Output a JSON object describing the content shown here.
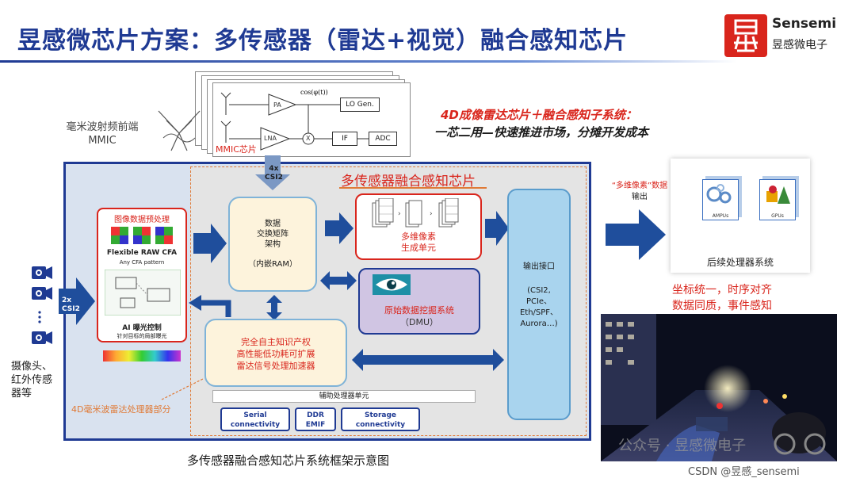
{
  "header": {
    "title": "昱感微芯片方案：多传感器（雷达+视觉）融合感知芯片",
    "brand_en": "Sensemi",
    "brand_cn": "昱感微电子",
    "accent_color": "#1f3a93",
    "brand_color": "#d9251c"
  },
  "mmic": {
    "front_label_line1": "毫米波射频前端",
    "front_label_line2": "MMIC",
    "chip_tag": "MMIC芯片",
    "blocks": {
      "pa": "PA",
      "lna": "LNA",
      "lo": "LO Gen.",
      "mixer": "X",
      "if": "IF",
      "adc": "ADC"
    }
  },
  "headline": {
    "line1": "4D成像雷达芯片＋融合感知子系统：",
    "line2": "一芯二用—快速推进市场，分摊开发成本"
  },
  "cameras": {
    "label_line1": "摄像头、",
    "label_line2": "红外传感",
    "label_line3": "器等",
    "csi_in_line1": "2x",
    "csi_in_line2": "CSI2"
  },
  "chip": {
    "fusion_title": "多传感器融合感知芯片",
    "radar_part_label": "4D毫米波雷达处理器部分",
    "csi_top_line1": "4x",
    "csi_top_line2": "CSI2",
    "preprocess": {
      "title": "图像数据预处理",
      "flexible": "Flexible RAW CFA",
      "any_cfa": "Any CFA pattern",
      "ai_title": "AI 曝光控制",
      "ai_sub": "针对目标的局部曝光"
    },
    "switch": {
      "line1": "数据",
      "line2": "交换矩阵",
      "line3": "架构",
      "line4": "（内嵌RAM）"
    },
    "voxel": {
      "line1": "多维像素",
      "line2": "生成单元"
    },
    "dmu": {
      "line1": "原始数据挖掘系统",
      "line2": "（DMU）"
    },
    "ip": {
      "line1": "完全自主知识产权",
      "line2": "高性能低功耗可扩展",
      "line3": "雷达信号处理加速器"
    },
    "output": {
      "title": "输出接口",
      "line1": "(CSI2,",
      "line2": "PCIe、",
      "line3": "Eth/SPF、",
      "line4": "Aurora…)"
    },
    "aux": {
      "title": "辅助处理器单元",
      "items": [
        {
          "line1": "Serial",
          "line2": "connectivity"
        },
        {
          "line1": "DDR",
          "line2": "EMIF"
        },
        {
          "line1": "Storage",
          "line2": "connectivity"
        }
      ]
    }
  },
  "caption": "多传感器融合感知芯片系统框架示意图",
  "right": {
    "multi_label_line1": "“多维像素”数据",
    "multi_label_line2": "输出",
    "proc_label": "后续处理器系统",
    "apu_label": "AMPUs",
    "gpu_label": "GPUs",
    "coord_line1": "坐标统一，时序对齐",
    "coord_line2": "数据同质，事件感知"
  },
  "watermark": {
    "line1": "公众号 · 昱感微电子",
    "line2": "CSDN @昱感_sensemi"
  }
}
